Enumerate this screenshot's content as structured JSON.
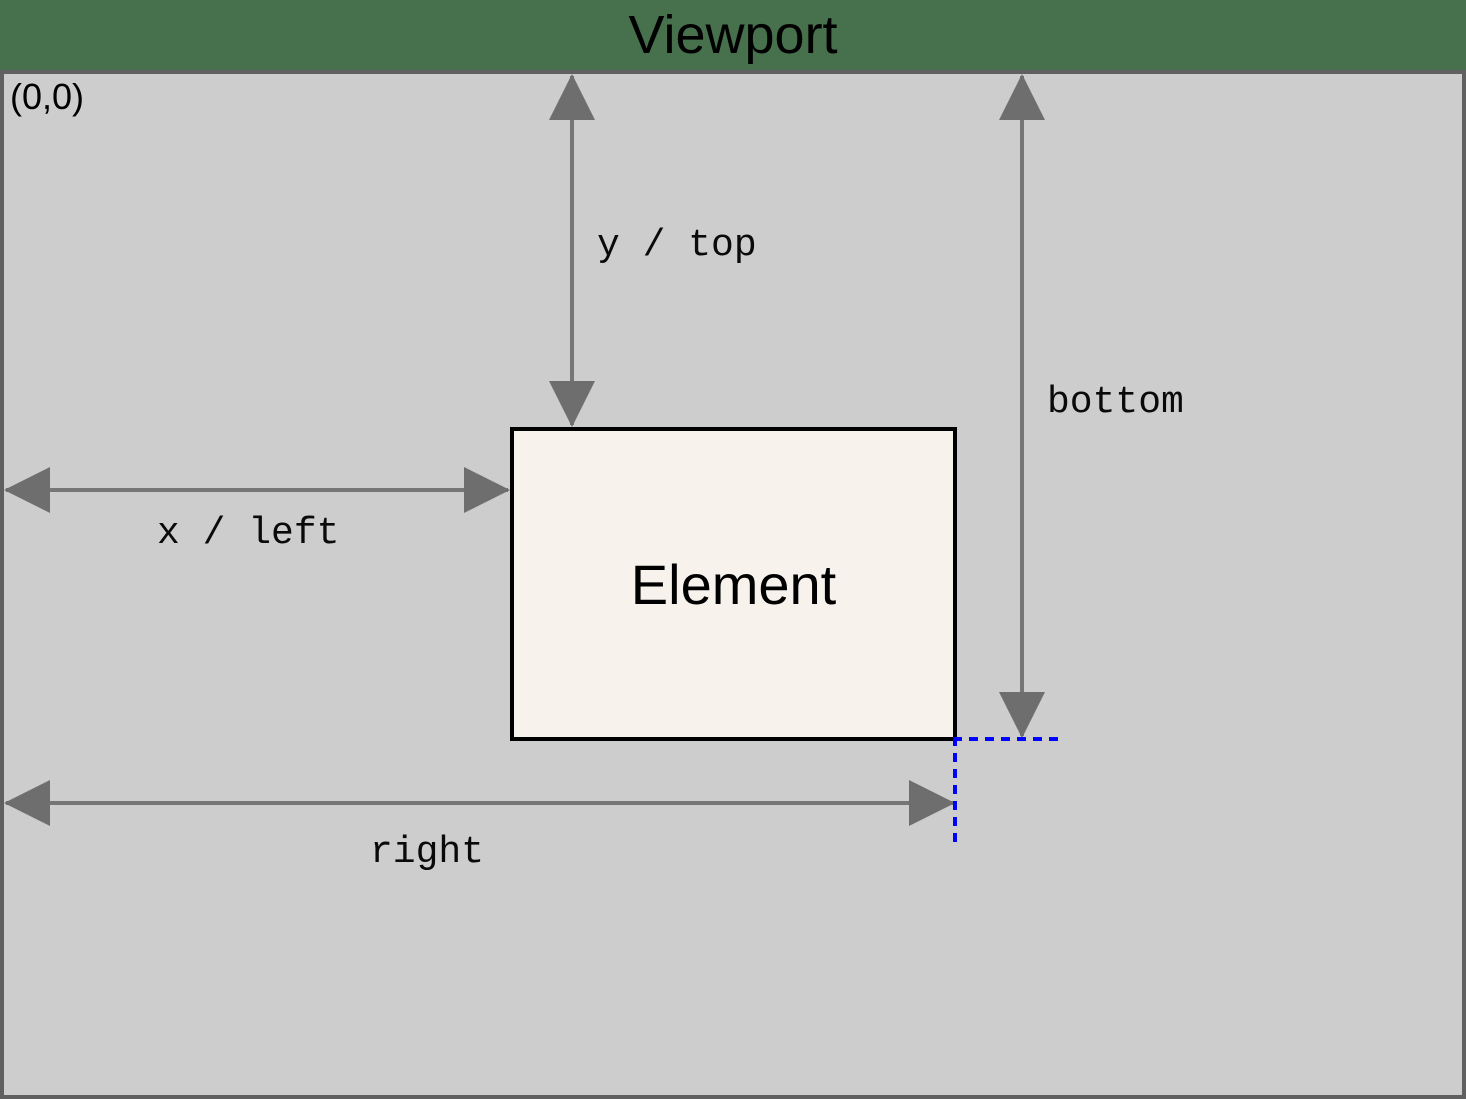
{
  "title": "Viewport",
  "origin_label": "(0,0)",
  "element": {
    "label": "Element"
  },
  "arrows": {
    "y_top_label": "y / top",
    "x_left_label": "x / left",
    "bottom_label": "bottom",
    "right_label": "right"
  },
  "colors": {
    "page_green": "#47704d",
    "viewport_gray": "#cdcdcd",
    "viewport_border_gray": "#606060",
    "arrow_gray": "#6e6e6e",
    "element_fill": "#f7f3ec",
    "element_border": "#000000",
    "guide_blue": "#0000ff",
    "text_black": "#000000"
  }
}
